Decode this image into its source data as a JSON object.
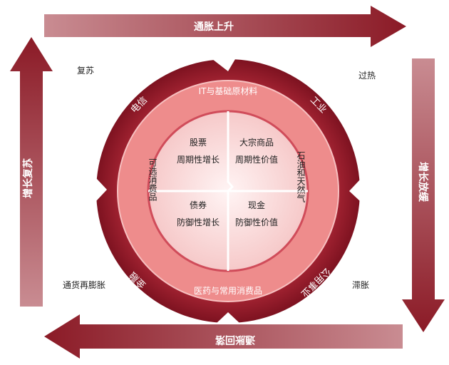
{
  "arrows": {
    "top": "通胀上升",
    "right": "增长放缓",
    "bottom": "通胀回落",
    "left": "增长复苏"
  },
  "phases": {
    "recovery": "复苏",
    "overheat": "过热",
    "stagflation": "滞胀",
    "reflation": "通货再膨胀"
  },
  "outer_ring": {
    "top_left": "电信",
    "top_right": "工业",
    "bottom_left": "金融",
    "bottom_right": "公用事业"
  },
  "middle_ring": {
    "top": "IT与基础原材料",
    "right": "石油和天然气",
    "bottom": "医药与常用消费品",
    "left": "可选消费品"
  },
  "quadrants": {
    "tl": {
      "asset": "股票",
      "style": "周期性增长"
    },
    "tr": {
      "asset": "大宗商品",
      "style": "周期性价值"
    },
    "bl": {
      "asset": "债券",
      "style": "防御性增长"
    },
    "br": {
      "asset": "现金",
      "style": "防御性价值"
    }
  },
  "colors": {
    "arrow_dark": "#8b1a26",
    "arrow_light": "#c88a90",
    "outer_ring": "#9b1c2c",
    "middle_ring": "#ee8c8c",
    "inner_fill": "#fbe4e4"
  }
}
